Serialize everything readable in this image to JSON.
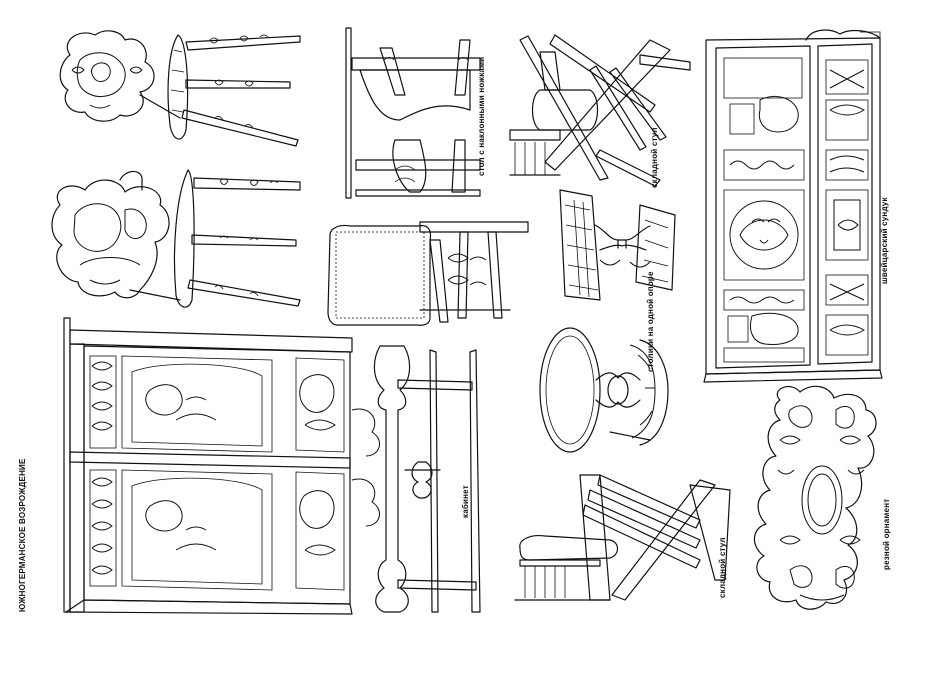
{
  "plate": {
    "title": "ЮЖНОГЕРМАНСКОЕ ВОЗРОЖДЕНИЕ",
    "ink_color": "#111111",
    "paper_color": "#ffffff"
  },
  "labels": {
    "table_with_legs": "стол с наклонными ножками",
    "folding_chair_top": "складной стул",
    "tables_single_support": "столики на одной опоре",
    "cabinet": "кабинет",
    "folding_chair_bottom": "складной стул",
    "swiss_chest": "швейцарский сундук",
    "carved_ornament": "резной орнамент"
  }
}
